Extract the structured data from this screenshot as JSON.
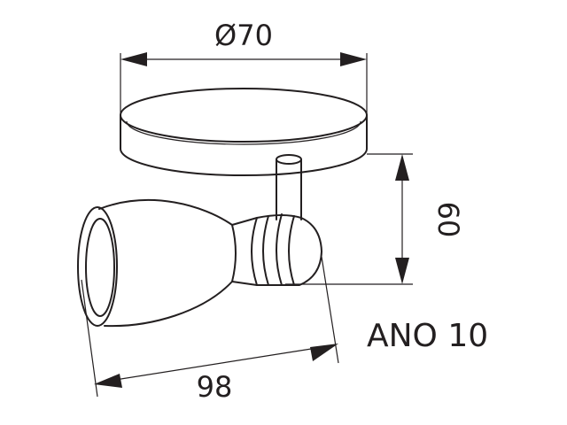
{
  "dimensions": {
    "diameter": "Ø70",
    "height": "60",
    "length": "98"
  },
  "model_name": "ANO 10"
}
